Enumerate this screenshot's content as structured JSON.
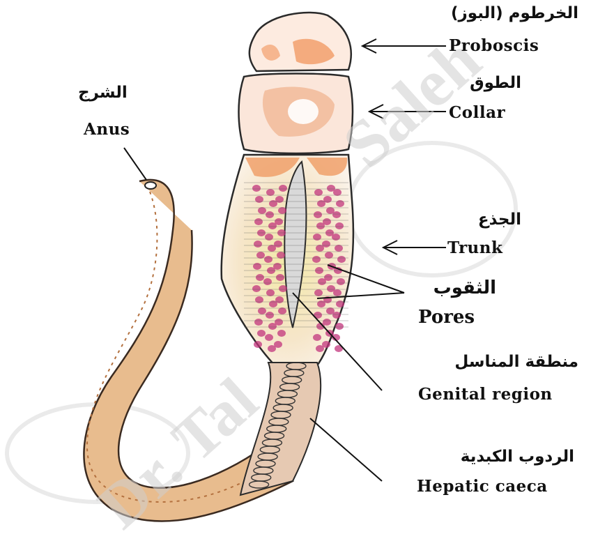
{
  "watermark": {
    "text_left": "Dr. Tal",
    "text_right": "Saleh"
  },
  "labels": {
    "proboscis": {
      "ar": "الخرطوم (البوز)",
      "en": "Proboscis"
    },
    "collar": {
      "ar": "الطوق",
      "en": "Collar"
    },
    "trunk": {
      "ar": "الجذع",
      "en": "Trunk"
    },
    "pores": {
      "ar": "الثقوب",
      "en": "Pores"
    },
    "genital": {
      "ar": "منطقة المناسل",
      "en": "Genital region"
    },
    "hepatic": {
      "ar": "الردوب الكبدية",
      "en": "Hepatic caeca"
    },
    "anus": {
      "ar": "الشرج",
      "en": "Anus"
    }
  },
  "colors": {
    "skin": "#f6d2b0",
    "orange": "#f0a06a",
    "magenta": "#c2347c",
    "line": "#2a2a2a"
  }
}
